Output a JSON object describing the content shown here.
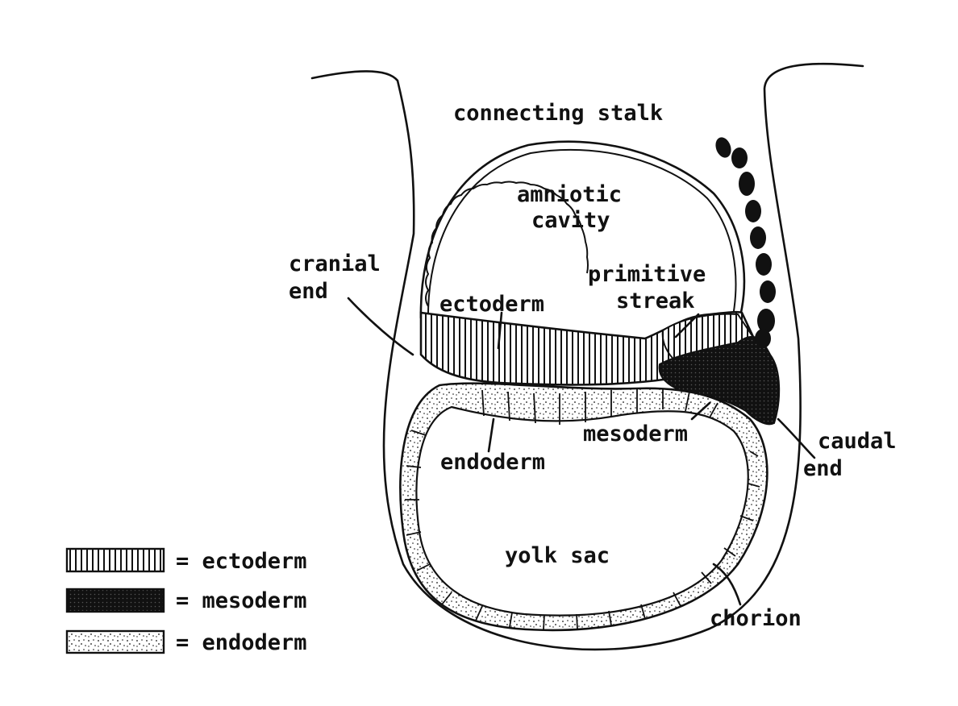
{
  "labels": {
    "connecting_stalk": "connecting stalk",
    "amniotic_cavity_1": "amniotic",
    "amniotic_cavity_2": "cavity",
    "cranial_end_1": "cranial",
    "cranial_end_2": "end",
    "primitive_streak_1": "primitive",
    "primitive_streak_2": "streak",
    "ectoderm": "ectoderm",
    "endoderm": "endoderm",
    "mesoderm": "mesoderm",
    "caudal_end_1": "caudal",
    "caudal_end_2": "end",
    "yolk_sac": "yolk sac",
    "chorion": "chorion"
  },
  "legend": [
    {
      "pattern": "ectoderm",
      "text": "= ectoderm"
    },
    {
      "pattern": "mesoderm",
      "text": "= mesoderm"
    },
    {
      "pattern": "endoderm",
      "text": "= endoderm"
    }
  ]
}
